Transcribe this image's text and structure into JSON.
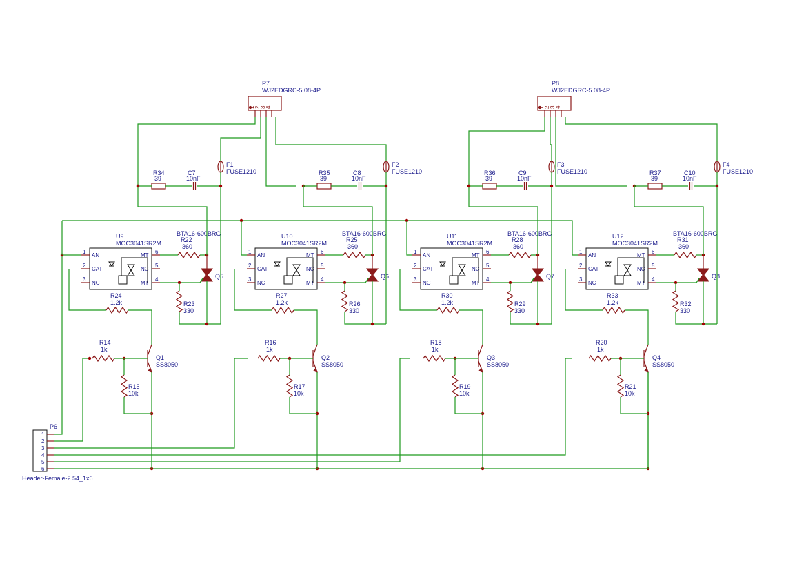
{
  "connectors": [
    {
      "ref": "P7",
      "value": "WJ2EDGRC-5.08-4P"
    },
    {
      "ref": "P8",
      "value": "WJ2EDGRC-5.08-4P"
    },
    {
      "ref": "P6",
      "value": "Header-Female-2.54_1x6"
    }
  ],
  "header_pins": [
    "1",
    "2",
    "3",
    "4",
    "5",
    "6"
  ],
  "connector_pins": [
    "1",
    "2",
    "3",
    "4"
  ],
  "channels": [
    {
      "u": "U9",
      "upart": "MOC3041SR2M",
      "tr": "Q5",
      "trpart": "BTA16-600BRG",
      "rs": "R34",
      "rsv": "39",
      "cs": "C7",
      "csv": "10nF",
      "fuse": "F1",
      "fusev": "FUSE1210",
      "rmt": "R22",
      "rmtv": "360",
      "rg": "R23",
      "rgv": "330",
      "rc": "R24",
      "rcv": "1.2k",
      "rb": "R14",
      "rbv": "1k",
      "rbe": "R15",
      "rbev": "10k",
      "q": "Q1",
      "qpart": "SS8050"
    },
    {
      "u": "U10",
      "upart": "MOC3041SR2M",
      "tr": "Q6",
      "trpart": "BTA16-600BRG",
      "rs": "R35",
      "rsv": "39",
      "cs": "C8",
      "csv": "10nF",
      "fuse": "F2",
      "fusev": "FUSE1210",
      "rmt": "R25",
      "rmtv": "360",
      "rg": "R26",
      "rgv": "330",
      "rc": "R27",
      "rcv": "1.2k",
      "rb": "R16",
      "rbv": "1k",
      "rbe": "R17",
      "rbev": "10k",
      "q": "Q2",
      "qpart": "SS8050"
    },
    {
      "u": "U11",
      "upart": "MOC3041SR2M",
      "tr": "Q7",
      "trpart": "BTA16-600BRG",
      "rs": "R36",
      "rsv": "39",
      "cs": "C9",
      "csv": "10nF",
      "fuse": "F3",
      "fusev": "FUSE1210",
      "rmt": "R28",
      "rmtv": "360",
      "rg": "R29",
      "rgv": "330",
      "rc": "R30",
      "rcv": "1.2k",
      "rb": "R18",
      "rbv": "1k",
      "rbe": "R19",
      "rbev": "10k",
      "q": "Q3",
      "qpart": "SS8050"
    },
    {
      "u": "U12",
      "upart": "MOC3041SR2M",
      "tr": "Q8",
      "trpart": "BTA16-600BRG",
      "rs": "R37",
      "rsv": "39",
      "cs": "C10",
      "csv": "10nF",
      "fuse": "F4",
      "fusev": "FUSE1210",
      "rmt": "R31",
      "rmtv": "360",
      "rg": "R32",
      "rgv": "330",
      "rc": "R33",
      "rcv": "1.2k",
      "rb": "R20",
      "rbv": "1k",
      "rbe": "R21",
      "rbev": "10k",
      "q": "Q4",
      "qpart": "SS8050"
    }
  ],
  "ic_pins": {
    "left": [
      {
        "num": "1",
        "name": "AN"
      },
      {
        "num": "2",
        "name": "CAT"
      },
      {
        "num": "3",
        "name": "NC"
      }
    ],
    "right": [
      {
        "num": "6",
        "name": "MT"
      },
      {
        "num": "5",
        "name": "NC"
      },
      {
        "num": "4",
        "name": "MT"
      }
    ]
  }
}
